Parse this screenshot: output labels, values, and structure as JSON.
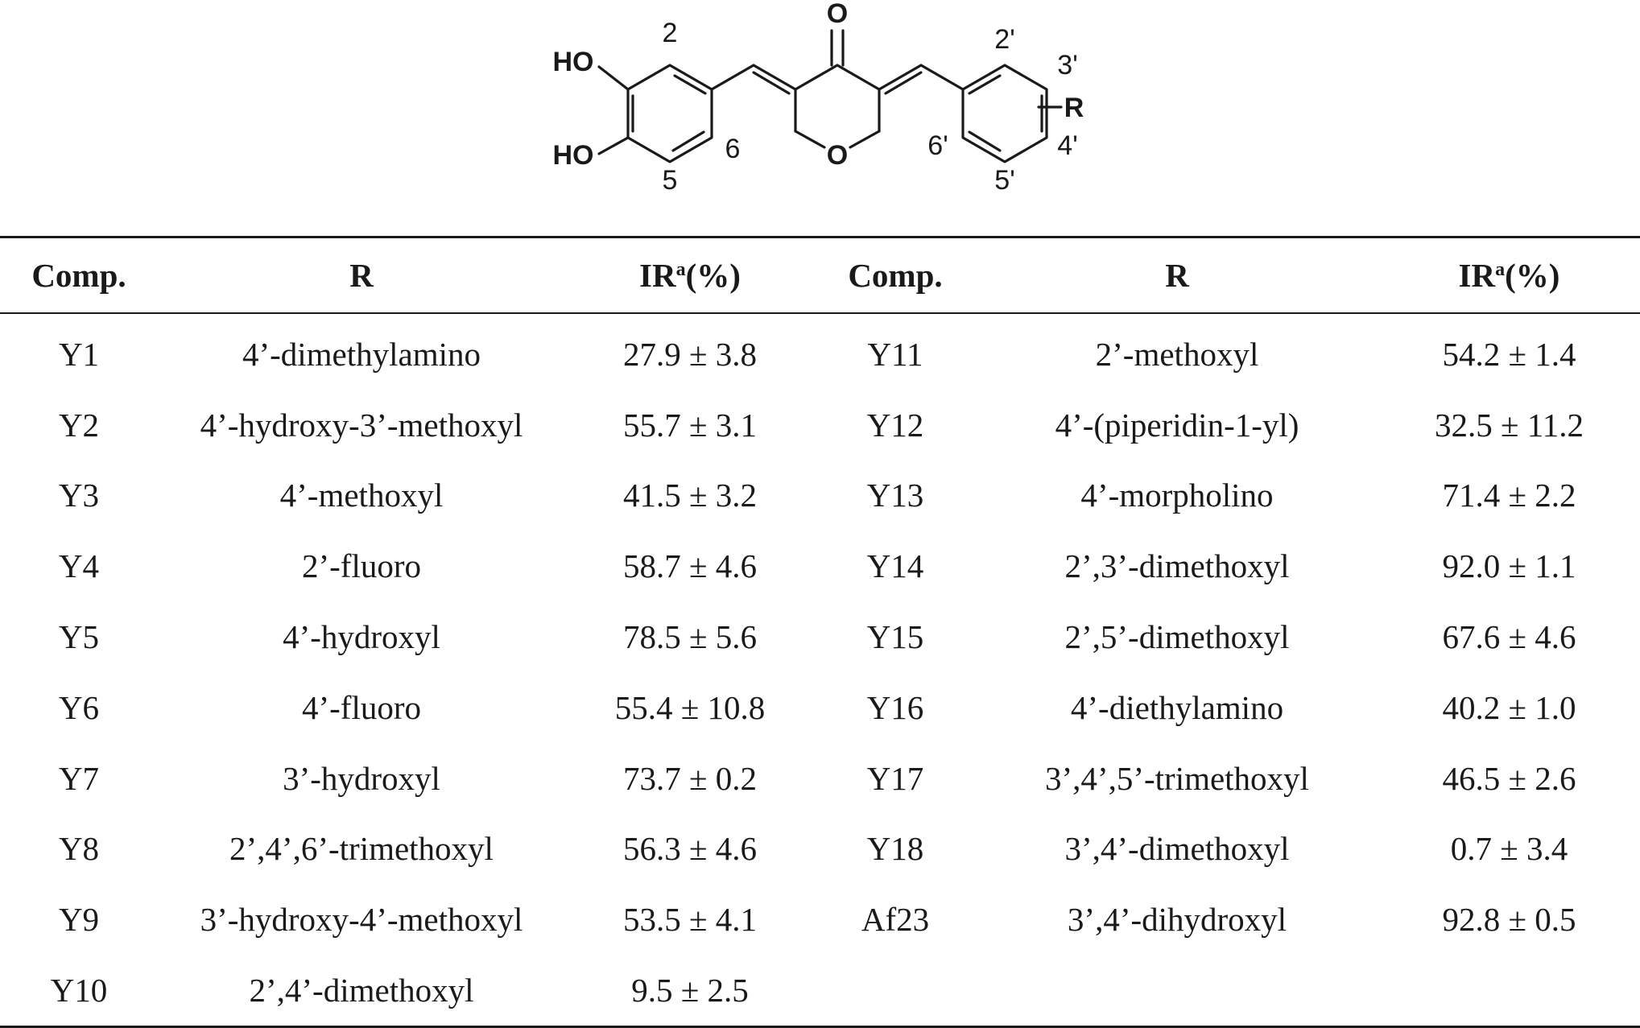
{
  "structure": {
    "atoms": {
      "carbonyl_o": "O",
      "ring_o": "O",
      "hydroxyl_top": "HO",
      "hydroxyl_bottom": "HO",
      "substituent": "R"
    },
    "positions": {
      "p2": "2",
      "p5": "5",
      "p6": "6",
      "p2p": "2'",
      "p3p": "3'",
      "p4p": "4'",
      "p5p": "5'",
      "p6p": "6'"
    }
  },
  "table": {
    "headers": {
      "comp": "Comp.",
      "r": "R",
      "ir_base": "IR",
      "ir_sup": "a",
      "ir_unit": "(%)"
    },
    "rows": [
      {
        "left": {
          "comp": "Y1",
          "r": "4’-dimethylamino",
          "ir": "27.9 ± 3.8"
        },
        "right": {
          "comp": "Y11",
          "r": "2’-methoxyl",
          "ir": "54.2 ± 1.4"
        }
      },
      {
        "left": {
          "comp": "Y2",
          "r": "4’-hydroxy-3’-methoxyl",
          "ir": "55.7 ± 3.1"
        },
        "right": {
          "comp": "Y12",
          "r": "4’-(piperidin-1-yl)",
          "ir": "32.5 ± 11.2"
        }
      },
      {
        "left": {
          "comp": "Y3",
          "r": "4’-methoxyl",
          "ir": "41.5 ± 3.2"
        },
        "right": {
          "comp": "Y13",
          "r": "4’-morpholino",
          "ir": "71.4 ± 2.2"
        }
      },
      {
        "left": {
          "comp": "Y4",
          "r": "2’-fluoro",
          "ir": "58.7 ± 4.6"
        },
        "right": {
          "comp": "Y14",
          "r": "2’,3’-dimethoxyl",
          "ir": "92.0 ± 1.1"
        }
      },
      {
        "left": {
          "comp": "Y5",
          "r": "4’-hydroxyl",
          "ir": "78.5 ± 5.6"
        },
        "right": {
          "comp": "Y15",
          "r": "2’,5’-dimethoxyl",
          "ir": "67.6 ± 4.6"
        }
      },
      {
        "left": {
          "comp": "Y6",
          "r": "4’-fluoro",
          "ir": "55.4 ± 10.8"
        },
        "right": {
          "comp": "Y16",
          "r": "4’-diethylamino",
          "ir": "40.2 ± 1.0"
        }
      },
      {
        "left": {
          "comp": "Y7",
          "r": "3’-hydroxyl",
          "ir": "73.7 ± 0.2"
        },
        "right": {
          "comp": "Y17",
          "r": "3’,4’,5’-trimethoxyl",
          "ir": "46.5 ± 2.6"
        }
      },
      {
        "left": {
          "comp": "Y8",
          "r": "2’,4’,6’-trimethoxyl",
          "ir": "56.3 ± 4.6"
        },
        "right": {
          "comp": "Y18",
          "r": "3’,4’-dimethoxyl",
          "ir": "0.7 ± 3.4"
        }
      },
      {
        "left": {
          "comp": "Y9",
          "r": "3’-hydroxy-4’-methoxyl",
          "ir": "53.5 ± 4.1"
        },
        "right": {
          "comp": "Af23",
          "r": "3’,4’-dihydroxyl",
          "ir": "92.8 ± 0.5"
        }
      },
      {
        "left": {
          "comp": "Y10",
          "r": "2’,4’-dimethoxyl",
          "ir": "9.5 ± 2.5"
        },
        "right": {
          "comp": "",
          "r": "",
          "ir": ""
        }
      }
    ]
  }
}
